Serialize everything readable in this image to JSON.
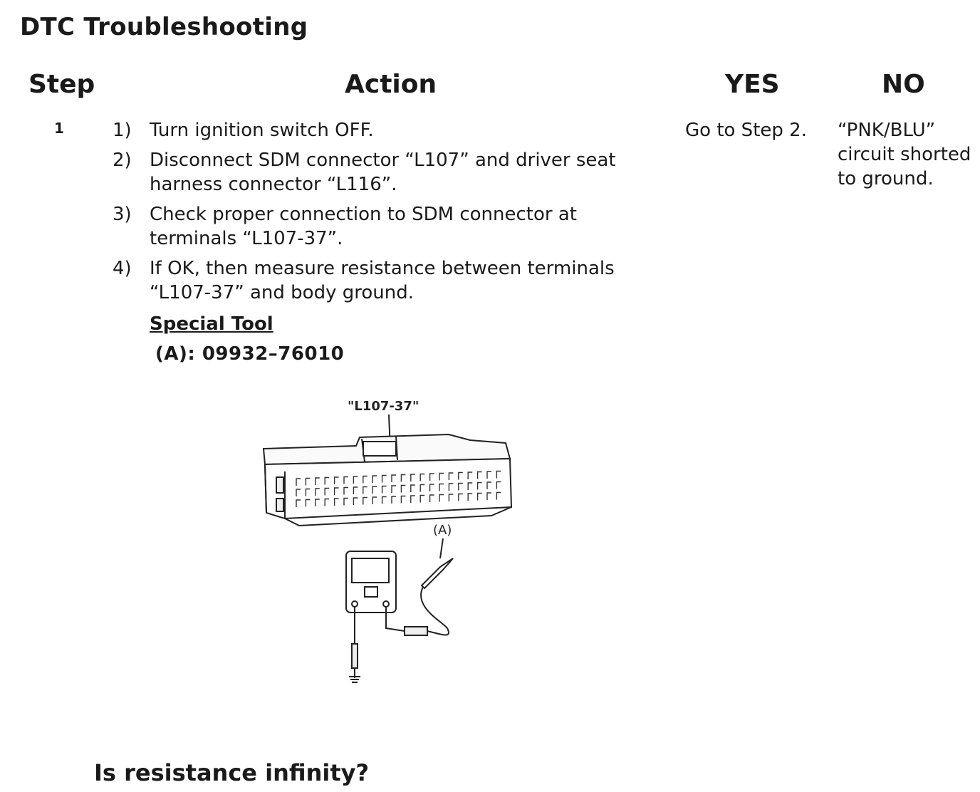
{
  "title": "DTC Troubleshooting",
  "columns": {
    "step": "Step",
    "action": "Action",
    "yes": "YES",
    "no": "NO"
  },
  "row": {
    "step": "1",
    "actions": [
      {
        "num": "1)",
        "text": "Turn ignition switch OFF."
      },
      {
        "num": "2)",
        "text": "Disconnect SDM connector “L107” and driver seat harness connector “L116”."
      },
      {
        "num": "3)",
        "text": "Check proper connection to SDM connector at terminals “L107-37”."
      },
      {
        "num": "4)",
        "text": "If OK, then measure resistance between terminals “L107-37” and body ground."
      }
    ],
    "special_tool_label": "Special Tool",
    "special_tool_code": "(A): 09932–76010",
    "yes": "Go to Step 2.",
    "no": "“PNK/BLU” circuit shorted to ground."
  },
  "diagram": {
    "terminal_label": "\"L107-37\"",
    "tool_label": "(A)"
  },
  "question": "Is resistance infinity?"
}
